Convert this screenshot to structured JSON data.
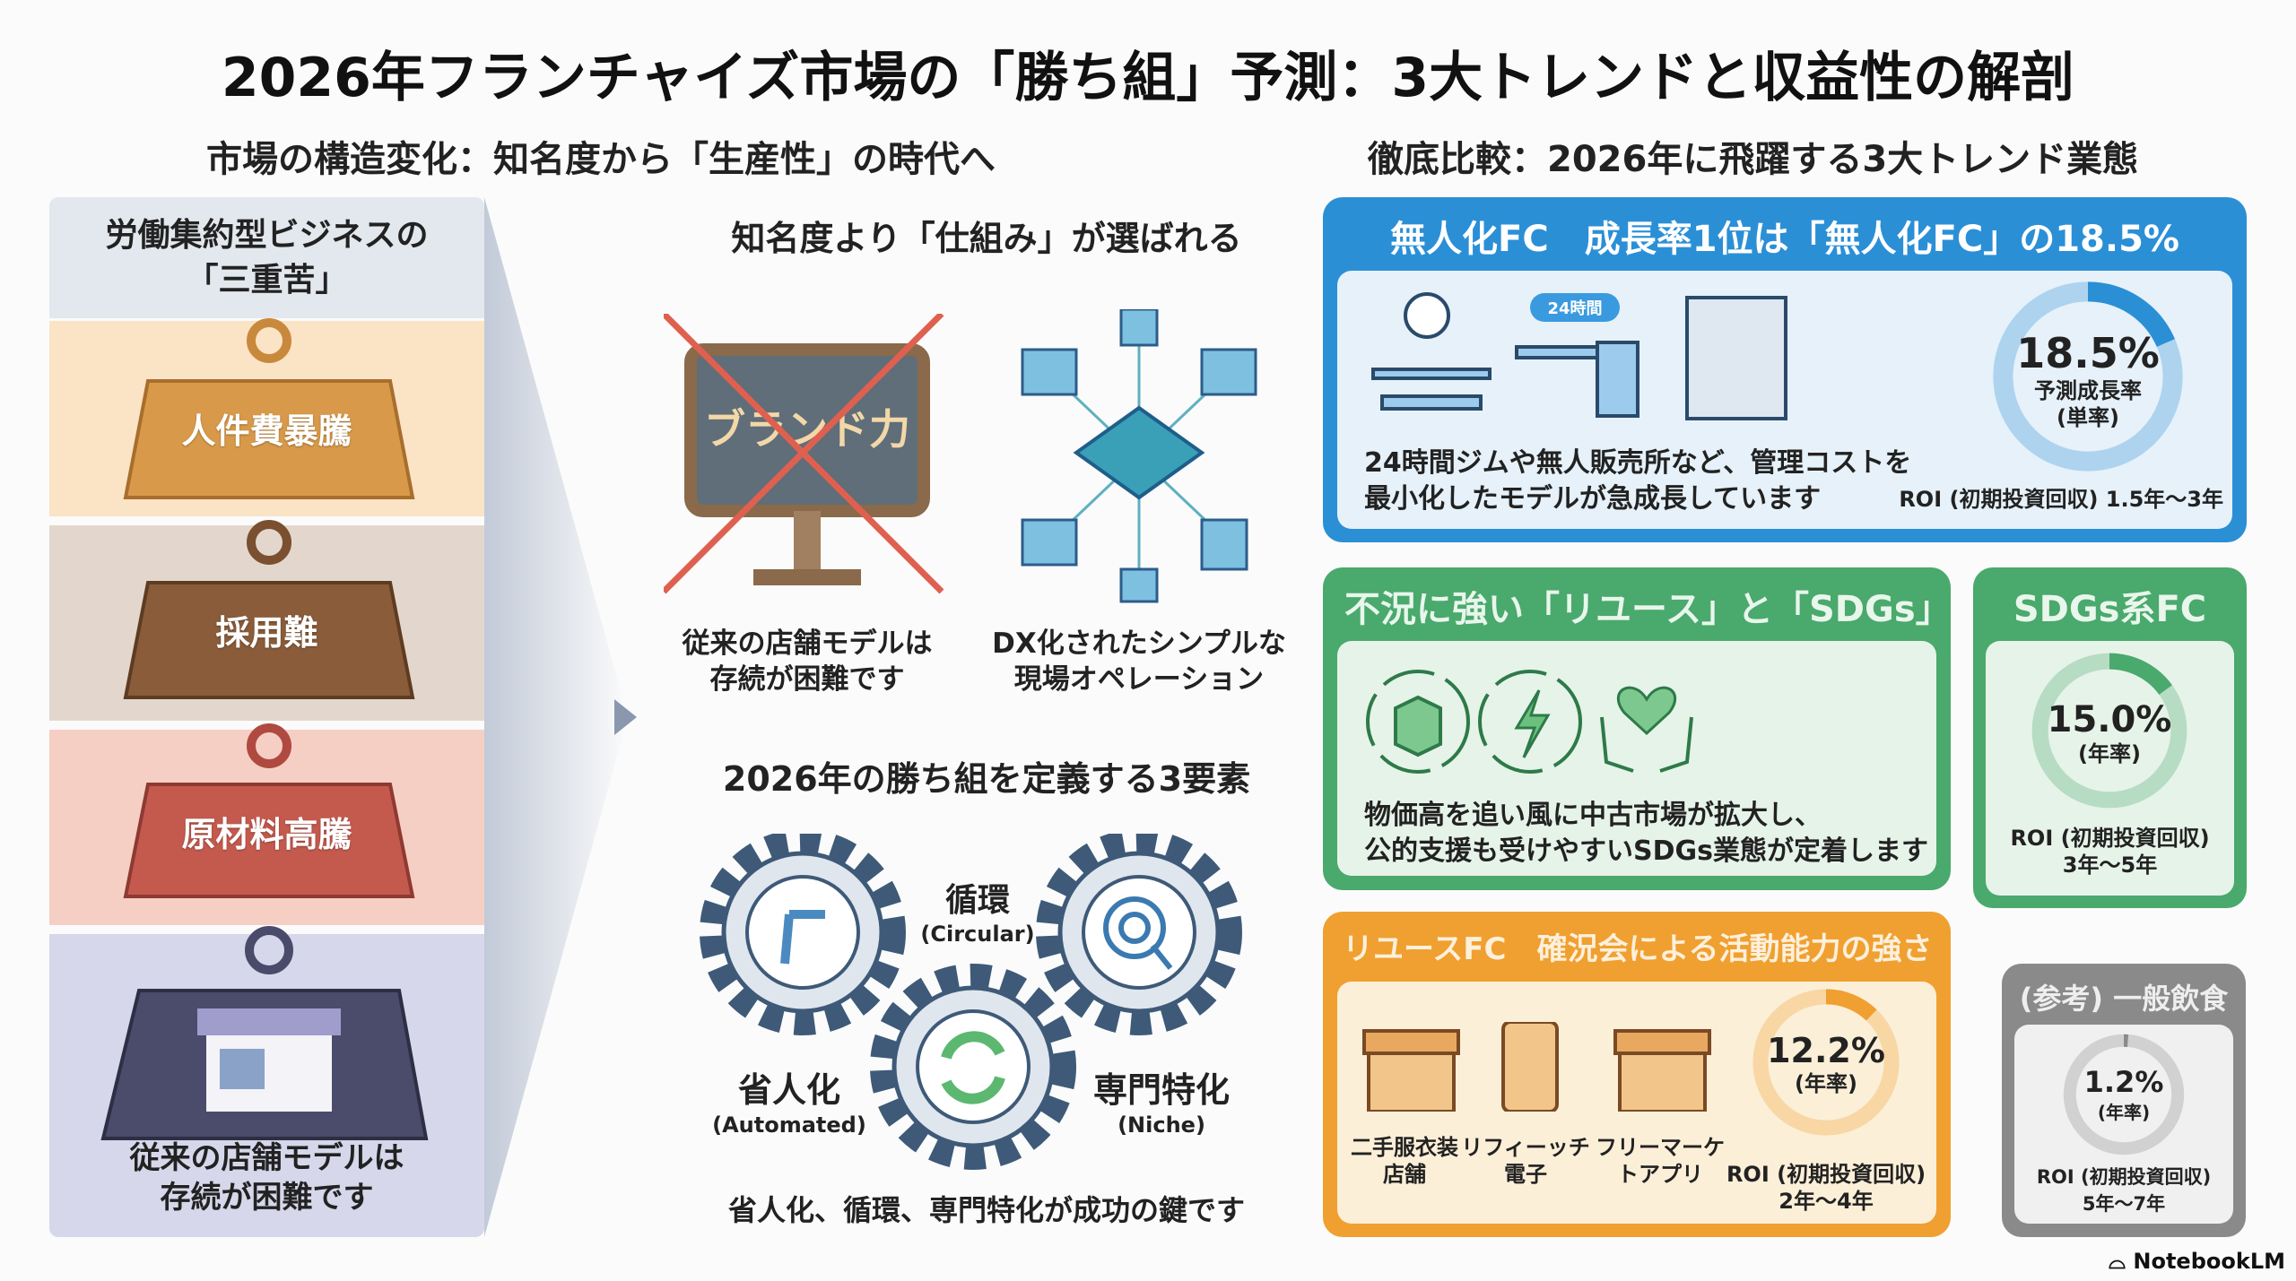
{
  "title": "2026年フランチャイズ市場の「勝ち組」予測：3大トレンドと収益性の解剖",
  "left_section": {
    "heading": "市場の構造変化：知名度から「生産性」の時代へ",
    "panel": {
      "title_line1": "労働集約型ビジネスの",
      "title_line2": "「三重苦」",
      "weights": [
        "人件費暴騰",
        "採用難",
        "原材料高騰"
      ],
      "bottom_line1": "従来の店舗モデルは",
      "bottom_line2": "存続が困難です"
    },
    "middle": {
      "heading": "知名度より「仕組み」が選ばれる",
      "sign_text": "ブランド力",
      "caption_left": [
        "従来の店舗モデルは",
        "存続が困難です"
      ],
      "caption_right": [
        "DX化されたシンプルな",
        "現場オペレーション"
      ],
      "elements_heading": "2026年の勝ち組を定義する3要素",
      "gears": [
        {
          "label": "省人化",
          "sub": "(Automated)"
        },
        {
          "label": "循環",
          "sub": "(Circular)"
        },
        {
          "label": "専門特化",
          "sub": "(Niche)"
        }
      ],
      "footer": "省人化、循環、専門特化が成功の鍵です"
    }
  },
  "right_section": {
    "heading": "徹底比較：2026年に飛躍する3大トレンド業態",
    "unmanned": {
      "header": "無人化FC　成長率1位は「無人化FC」の18.5%",
      "badge": "24時間",
      "desc": [
        "24時間ジムや無人販売所など、管理コストを",
        "最小化したモデルが急成長しています"
      ],
      "value": 18.5,
      "value_label": "18.5%",
      "rate_label": "予測成長率",
      "rate_sub": "(単率)",
      "roi": "ROI (初期投資回収) 1.5年〜3年",
      "color": "#2b8fd6"
    },
    "reuse_sdgs": {
      "header": "不況に強い「リユース」と「SDGs」",
      "desc": [
        "物価高を追い風に中古市場が拡大し、",
        "公的支援も受けやすいSDGs業態が定着します"
      ]
    },
    "sdgs": {
      "header": "SDGs系FC",
      "value": 15.0,
      "value_label": "15.0%",
      "rate_sub": "(年率)",
      "roi_line1": "ROI (初期投資回収)",
      "roi_line2": "3年〜5年",
      "color": "#4aa96c"
    },
    "reuse": {
      "header": "リユースFC　確況会による活動能力の強さ",
      "items": [
        [
          "二手服衣装",
          "店舗"
        ],
        [
          "リフィーッチ",
          "電子"
        ],
        [
          "フリーマーケ",
          "トアプリ"
        ]
      ],
      "value": 12.2,
      "value_label": "12.2%",
      "rate_sub": "(年率)",
      "roi_line1": "ROI (初期投資回収)",
      "roi_line2": "2年〜4年",
      "color": "#f0a030"
    },
    "dining": {
      "header": "(参考) 一般飲食",
      "value": 1.2,
      "value_label": "1.2%",
      "rate_sub": "(年率)",
      "roi_line1": "ROI (初期投資回収)",
      "roi_line2": "5年〜7年",
      "color": "#8a8a8a"
    }
  },
  "footer_brand": "NotebookLM"
}
